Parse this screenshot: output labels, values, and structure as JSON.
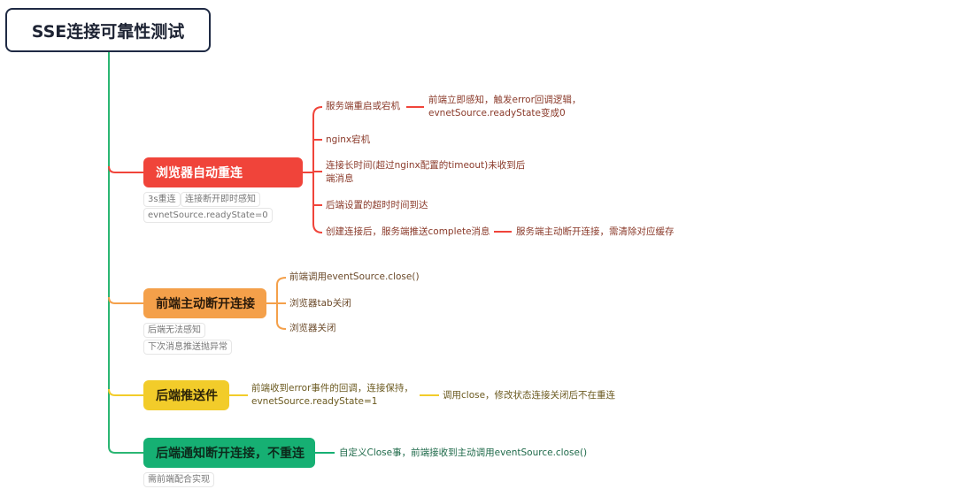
{
  "root": {
    "title": "SSE连接可靠性测试"
  },
  "colors": {
    "trunk": "#2bb673",
    "red": "#f0443a",
    "orange": "#f4a04a",
    "yellow": "#f2cc2a",
    "green": "#16b073"
  },
  "branches": [
    {
      "label": "浏览器自动重连",
      "color": "#f0443a",
      "tags": [
        "3s重连",
        "连接断开即时感知",
        "evnetSource.readyState=0"
      ],
      "children": [
        {
          "label": "服务端重启或宕机",
          "child": {
            "lines": [
              "前端立即感知，触发error回调逻辑，",
              "evnetSource.readyState变成0"
            ]
          }
        },
        {
          "label": "nginx宕机"
        },
        {
          "lines": [
            "连接长时间(超过nginx配置的timeout)未收到后",
            "端消息"
          ]
        },
        {
          "label": "后端设置的超时时间到达"
        },
        {
          "label": "创建连接后，服务端推送complete消息",
          "child": {
            "lines": [
              "服务端主动断开连接，需清除对应缓存"
            ]
          }
        }
      ]
    },
    {
      "label": "前端主动断开连接",
      "color": "#f4a04a",
      "tags": [
        "后端无法感知",
        "下次消息推送抛异常"
      ],
      "children": [
        {
          "label": "前端调用eventSource.close()"
        },
        {
          "label": "浏览器tab关闭"
        },
        {
          "label": "浏览器关闭"
        }
      ]
    },
    {
      "label": "后端推送件",
      "color": "#f2cc2a",
      "tags": [],
      "children": [
        {
          "lines": [
            "前端收到error事件的回调，连接保持，",
            "evnetSource.readyState=1"
          ],
          "child": {
            "lines": [
              "调用close，修改状态连接关闭后不在重连"
            ]
          }
        }
      ]
    },
    {
      "label": "后端通知断开连接，不重连",
      "color": "#16b073",
      "tags": [
        "需前端配合实现"
      ],
      "children": [
        {
          "label": "自定义Close事，前端接收到主动调用eventSource.close()"
        }
      ]
    }
  ]
}
